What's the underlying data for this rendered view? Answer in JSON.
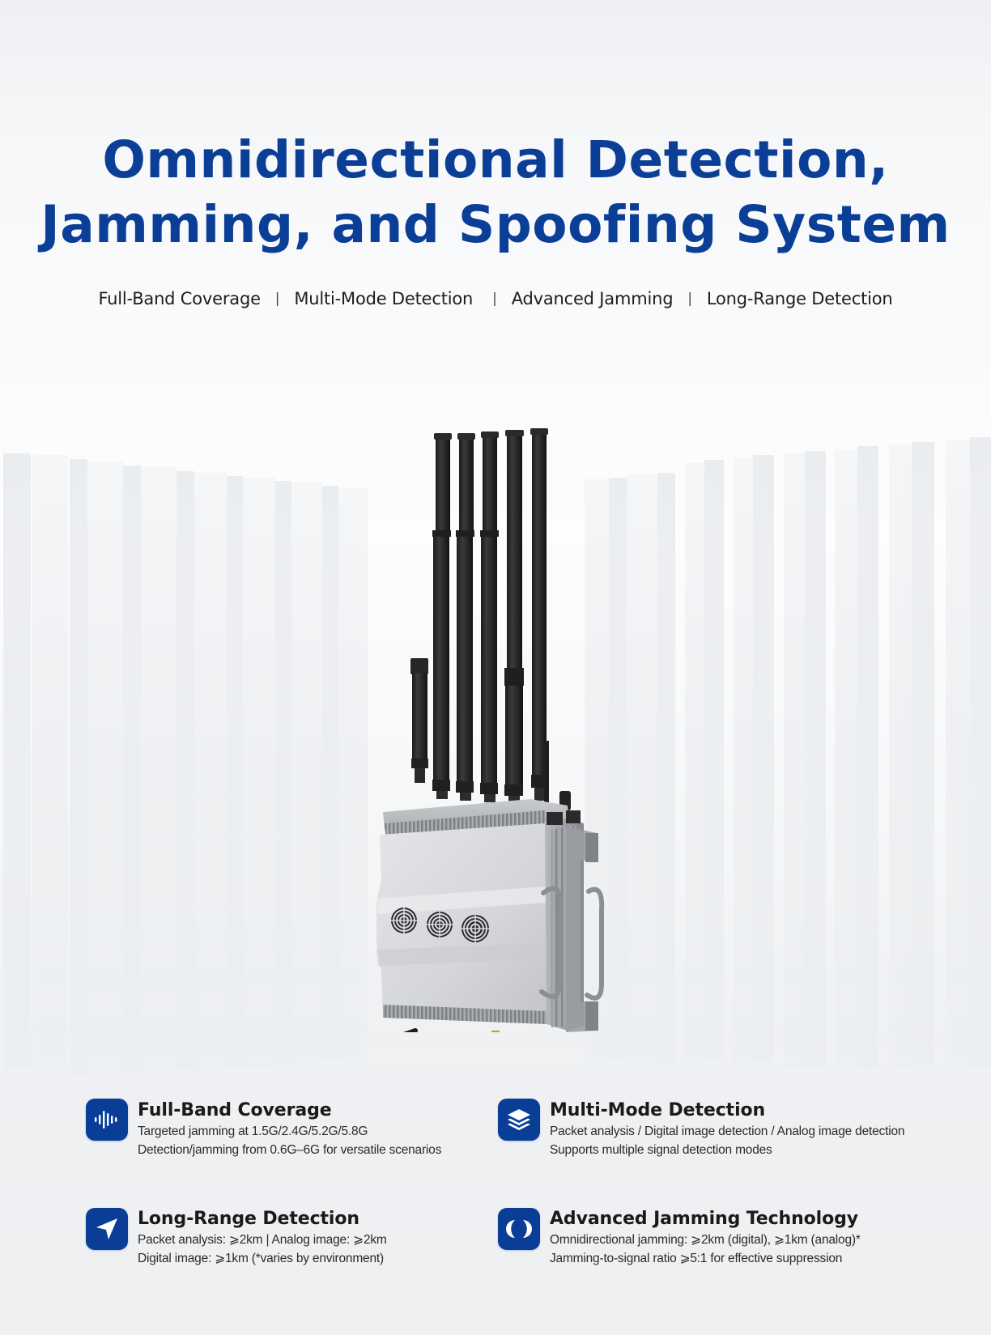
{
  "page": {
    "title_line1": "Omnidirectional Detection,",
    "title_line2": "Jamming, and Spoofing System",
    "accent_color": "#0b3f97"
  },
  "subtitle": {
    "items": [
      "Full-Band Coverage",
      "Multi-Mode Detection",
      "Advanced Jamming",
      "Long-Range Detection"
    ],
    "separator": "|"
  },
  "product": {
    "image_alt": "Omnidirectional detection and jamming device with five tall antennas and cooling fans",
    "antenna_count": 6,
    "fan_count": 3
  },
  "features": [
    {
      "icon": "sound-wave-icon",
      "title": "Full-Band Coverage",
      "lines": [
        "Targeted jamming at 1.5G/2.4G/5.2G/5.8G",
        "Detection/jamming from 0.6G–6G for versatile scenarios"
      ]
    },
    {
      "icon": "layers-icon",
      "title": "Multi-Mode Detection",
      "lines": [
        "Packet analysis / Digital image detection / Analog image detection",
        "Supports multiple signal detection modes"
      ]
    },
    {
      "icon": "navigation-arrow-icon",
      "title": "Long-Range Detection",
      "lines": [
        "Packet analysis: ⩾2km | Analog image: ⩾2km",
        "Digital image: ⩾1km (*varies by environment)"
      ]
    },
    {
      "icon": "overlap-circles-icon",
      "title": "Advanced Jamming Technology",
      "lines": [
        "Omnidirectional jamming: ⩾2km (digital), ⩾1km (analog)*",
        "Jamming-to-signal ratio ⩾5:1 for effective suppression"
      ]
    }
  ]
}
